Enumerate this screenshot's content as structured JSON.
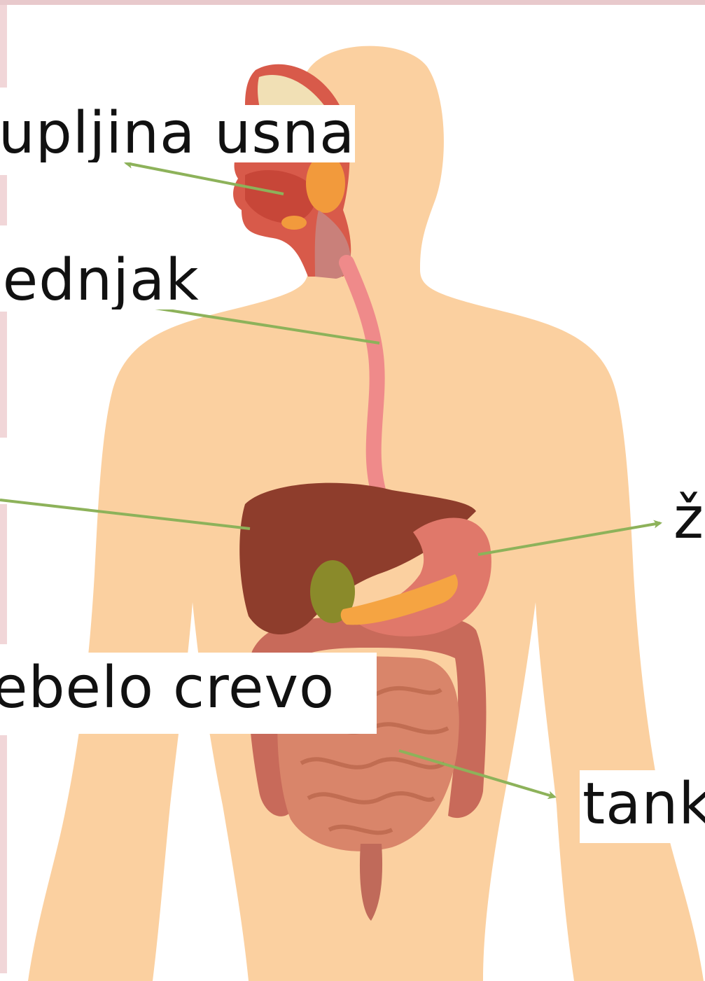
{
  "labels": {
    "mouth": "šupljina usna",
    "esophagus": "jednjak",
    "stomach": "želudac",
    "large_intestine": "debelo crevo",
    "small_intestine": "tanko crevo"
  },
  "colors": {
    "skin": "#fbd0a0",
    "liver": "#8e3d2c",
    "stomach": "#e0786a",
    "intestine": "#d47e62",
    "esophagus": "#ef8a8a",
    "arrow": "#8db25a",
    "accent_border": "#e8c9cc"
  }
}
